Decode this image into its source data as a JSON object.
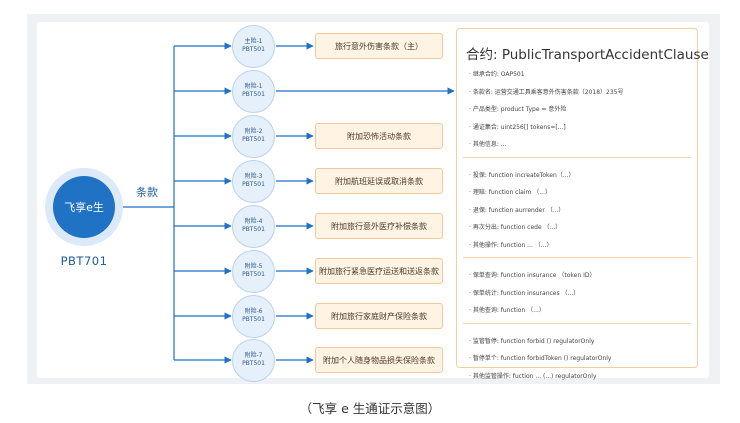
{
  "hub": {
    "label": "飞享e生",
    "code": "PBT701"
  },
  "edge_label": "条款",
  "nodes": [
    {
      "line1": "主险-1",
      "line2": "PBT501",
      "clause": "旅行意外伤害条款（主）"
    },
    {
      "line1": "附险-1",
      "line2": "PBT501",
      "clause": ""
    },
    {
      "line1": "附险-2",
      "line2": "PBT501",
      "clause": "附加恐怖活动条款"
    },
    {
      "line1": "附险-3",
      "line2": "PBT501",
      "clause": "附加航班延误或取消条款"
    },
    {
      "line1": "附险-4",
      "line2": "PBT501",
      "clause": "附加旅行意外医疗补偿条款"
    },
    {
      "line1": "附险-5",
      "line2": "PBT501",
      "clause": "附加旅行紧急医疗运送和送返条款"
    },
    {
      "line1": "附险-6",
      "line2": "PBT501",
      "clause": "附加旅行家庭财产保险条款"
    },
    {
      "line1": "附险-7",
      "line2": "PBT501",
      "clause": "附加个人随身物品损失保险条款"
    }
  ],
  "contract": {
    "title": "合约: PublicTransportAccidentClause",
    "groups": [
      [
        "· 继承合约:  OAP501",
        "· 条款名:  运营交通工具乘客意外伤害条款（2018）235号",
        "· 产品类型:  product Type = 意外险",
        "· 通证集合:  uint256[] tokens=[...]",
        "· 其他信息:  ..."
      ],
      [
        "· 投保:  function increateToken（...）",
        "· 理赔:  function claim （...）",
        "· 退保:  function aurrender （...）",
        "· 再次分出:  function cede （...）",
        "· 其他操作:  function ... （...）"
      ],
      [
        "· 保单查询:  function insurance （token ID）",
        "· 保单统计:  function insurances （...）",
        "· 其他查询:  function （...）"
      ],
      [
        "· 监管暂停:  function forbid () regulatorOnly",
        "· 暂停单个:  function forbidToken () regulatorOnly",
        "· 其他监管操作:  fuction ... (...) regulatorOnly"
      ]
    ]
  },
  "caption": "（飞享 e 生通证示意图）",
  "colors": {
    "accent": "#1f72c4",
    "node_fill": "#e6f0fb",
    "clause_fill": "#fff3e3",
    "clause_border": "#f2c896"
  }
}
